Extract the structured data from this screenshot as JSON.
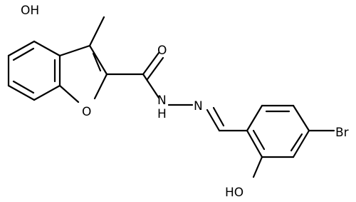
{
  "labels": {
    "hydroxy_top": "OH",
    "methyl_note": "",
    "carbonyl_o": "O",
    "ring_o": "O",
    "nh": "N",
    "nh_h": "H",
    "imine_n": "N",
    "bromo": "Br",
    "hydroxy_bottom": "HO"
  },
  "colors": {
    "bond": "#000000",
    "text": "#000000",
    "background": "#ffffff"
  }
}
